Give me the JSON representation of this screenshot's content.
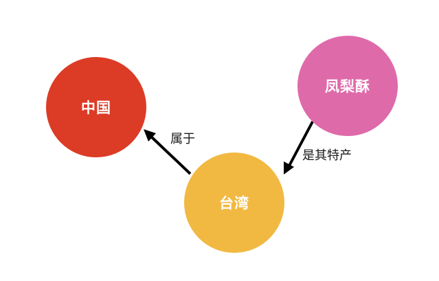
{
  "diagram": {
    "nodes": [
      {
        "id": "china",
        "label": "中国",
        "color": "#dc3b26"
      },
      {
        "id": "pineapple_cake",
        "label": "凤梨酥",
        "color": "#df6aaa"
      },
      {
        "id": "taiwan",
        "label": "台湾",
        "color": "#f1b942"
      }
    ],
    "edges": [
      {
        "from": "taiwan",
        "to": "china",
        "label": "属于"
      },
      {
        "from": "pineapple_cake",
        "to": "taiwan",
        "label": "是其特产"
      }
    ],
    "edge_color": "#000000"
  }
}
